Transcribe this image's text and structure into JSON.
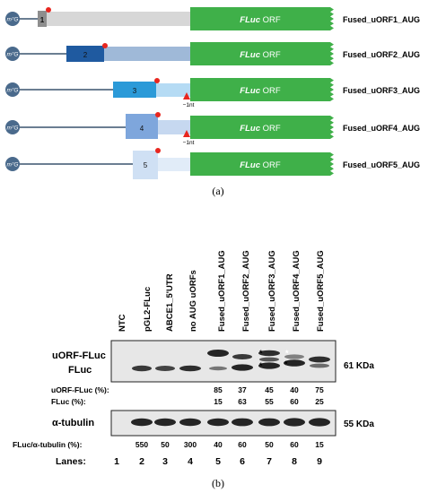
{
  "panel_a": {
    "cap_label": "m⁷G",
    "orf_label_italic": "FLuc",
    "orf_label_rest": " ORF",
    "nt_label": "−1nt",
    "constructs": [
      {
        "uorf_number": "1",
        "name": "Fused_uORF1_AUG"
      },
      {
        "uorf_number": "2",
        "name": "Fused_uORF2_AUG"
      },
      {
        "uorf_number": "3",
        "name": "Fused_uORF3_AUG"
      },
      {
        "uorf_number": "4",
        "name": "Fused_uORF4_AUG"
      },
      {
        "uorf_number": "5",
        "name": "Fused_uORF5_AUG"
      }
    ],
    "caption": "(a)"
  },
  "panel_b": {
    "lane_headers": [
      "NTC",
      "pGL2-FLuc",
      "ABCE1_5'UTR",
      "no AUG uORFs",
      "Fused_uORF1_AUG",
      "Fused_uORF2_AUG",
      "Fused_uORF3_AUG",
      "Fused_uORF4_AUG",
      "Fused_uORF5_AUG"
    ],
    "blot1_label_top": "uORF-FLuc",
    "blot1_label_bottom": "FLuc",
    "blot1_size": "61 KDa",
    "uorf_fluc_label": "uORF-FLuc (%):",
    "uorf_fluc_values": [
      "",
      "",
      "",
      "",
      "85",
      "37",
      "45",
      "40",
      "75"
    ],
    "fluc_label": "FLuc (%):",
    "fluc_values": [
      "",
      "",
      "",
      "",
      "15",
      "63",
      "55",
      "60",
      "25"
    ],
    "blot2_label": "α-tubulin",
    "blot2_size": "55 KDa",
    "ratio_label": "FLuc/α-tubulin (%):",
    "ratio_values": [
      "",
      "550",
      "50",
      "300",
      "40",
      "60",
      "50",
      "60",
      "15"
    ],
    "lanes_label": "Lanes:",
    "lane_numbers": [
      "1",
      "2",
      "3",
      "4",
      "5",
      "6",
      "7",
      "8",
      "9"
    ],
    "star": "*",
    "caption": "(b)"
  },
  "colors": {
    "orf_green": "#3fb049",
    "cap_blue": "#4a6a8c",
    "start_red": "#e8261f",
    "uorf1": "#8e8e8e",
    "uorf2": "#1f5aa0",
    "uorf3": "#2b9ad8",
    "uorf4": "#7ea6dc",
    "uorf5": "#cfe0f4"
  }
}
